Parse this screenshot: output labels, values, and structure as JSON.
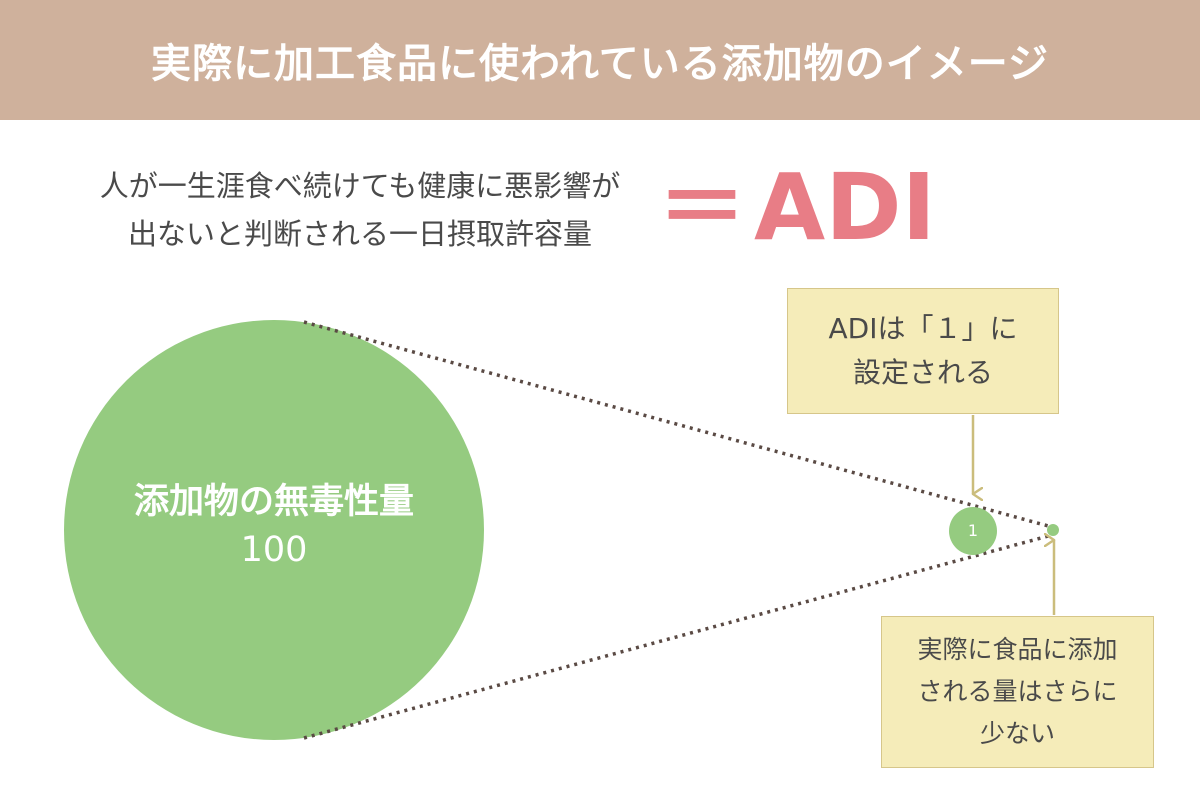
{
  "header": {
    "title": "実際に加工食品に使われている添加物のイメージ"
  },
  "definition": {
    "line1": "人が一生涯食べ続けても健康に悪影響が",
    "line2": "出ないと判断される一日摂取許容量",
    "equals": "＝",
    "term": "ADI"
  },
  "diagram": {
    "big_circle": {
      "label": "添加物の無毒性量",
      "value": "100"
    },
    "small_circle": {
      "value": "1"
    },
    "note_top": {
      "line1": "ADIは「１」に",
      "line2": "設定される"
    },
    "note_bottom": {
      "line1": "実際に食品に添加",
      "line2": "される量はさらに",
      "line3": "少ない"
    }
  },
  "colors": {
    "header_bg": "#cfb19c",
    "accent_pink": "#e87d86",
    "circle_green": "#95cb80",
    "note_bg": "#f5ecb9",
    "arrow": "#cbbd7c",
    "dotted_line": "#5a4a44"
  }
}
